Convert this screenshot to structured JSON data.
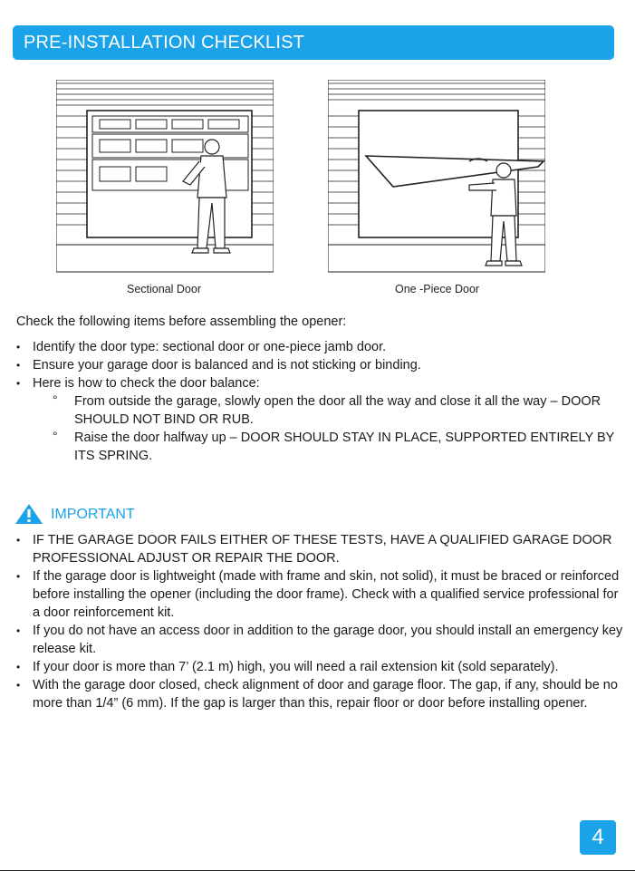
{
  "header": {
    "title": "PRE-INSTALLATION CHECKLIST"
  },
  "illustrations": [
    {
      "caption": "Sectional Door"
    },
    {
      "caption": "One -Piece Door"
    }
  ],
  "intro": "Check the following items before assembling the opener:",
  "checklist": [
    "Identify the door type: sectional door or one-piece jamb door.",
    "Ensure your garage door is balanced and is not sticking or binding.",
    "Here is how to check the door balance:"
  ],
  "balance_steps": [
    "From outside the garage, slowly open the door all the way and close it all the way – DOOR SHOULD NOT BIND OR RUB.",
    "Raise the door halfway up – DOOR SHOULD STAY IN PLACE, SUPPORTED ENTIRELY BY ITS SPRING."
  ],
  "important": {
    "label": "IMPORTANT",
    "items": [
      "IF THE GARAGE DOOR FAILS EITHER OF THESE TESTS, HAVE A QUALIFIED GARAGE DOOR PROFESSIONAL ADJUST OR REPAIR THE DOOR.",
      "If the garage door is lightweight (made with frame and skin, not solid), it must be braced or reinforced before installing the opener (including the door frame). Check with a qualified service professional for a door reinforcement kit.",
      "If you do not have an access door in addition to the garage door, you should install an emergency key release kit.",
      "If your door is more than 7’ (2.1 m) high, you will need a rail extension kit (sold separately).",
      "With the garage door closed, check alignment of door and garage floor. The gap, if any, should be no more than 1/4” (6 mm). If the gap is larger than this, repair floor or door before installing opener."
    ]
  },
  "footer": {
    "page_number": "4"
  },
  "colors": {
    "accent": "#1aa3e8",
    "warning": "#1aa3e8"
  }
}
